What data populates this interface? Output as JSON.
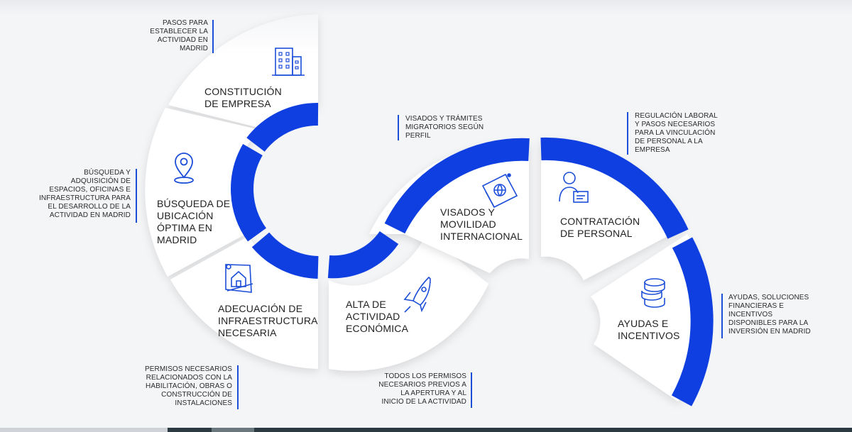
{
  "accent_color": "#0f3fe0",
  "segments": [
    {
      "id": "constitucion",
      "title": "CONSTITUCIÓN\nDE EMPRESA",
      "icon": "building-icon"
    },
    {
      "id": "busqueda",
      "title": "BÚSQUEDA DE\nUBICACIÓN\nÓPTIMA EN\nMADRID",
      "icon": "location-pin-icon"
    },
    {
      "id": "adecuacion",
      "title": "ADECUACIÓN DE\nINFRAESTRUCTURA\nNECESARIA",
      "icon": "blueprint-house-icon"
    },
    {
      "id": "alta",
      "title": "ALTA DE\nACTIVIDAD\nECONÓMICA",
      "icon": "rocket-icon"
    },
    {
      "id": "visados",
      "title": "VISADOS Y\nMOVILIDAD\nINTERNACIONAL",
      "icon": "passport-icon"
    },
    {
      "id": "contratacion",
      "title": "CONTRATACIÓN\nDE PERSONAL",
      "icon": "employee-icon"
    },
    {
      "id": "ayudas",
      "title": "AYUDAS E\nINCENTIVOS",
      "icon": "coins-icon"
    }
  ],
  "annotations": {
    "constitucion": "PASOS PARA\nESTABLECER LA\nACTIVIDAD EN\nMADRID",
    "busqueda": "BÚSQUEDA Y\nADQUISICIÓN DE\nESPACIOS, OFICINAS E\nINFRAESTRUCTURA PARA\nEL DESARROLLO DE LA\nACTIVIDAD EN MADRID",
    "adecuacion": "PERMISOS NECESARIOS\nRELACIONADOS CON LA\nHABILITACIÓN, OBRAS  O\nCONSTRUCCIÓN DE\nINSTALACIONES",
    "alta": "TODOS LOS PERMISOS\nNECESARIOS PREVIOS A\nLA APERTURA Y AL\nINICIO DE LA ACTIVIDAD",
    "visados": "VISADOS Y TRÁMITES\nMIGRATORIOS SEGÚN\nPERFIL",
    "contratacion": "REGULACIÓN LABORAL\nY PASOS NECESARIOS\nPARA LA VINCULACIÓN\nDE PERSONAL A LA\nEMPRESA",
    "ayudas": "AYUDAS, SOLUCIONES\nFINANCIERAS E\nINCENTIVOS\nDISPONIBLES PARA LA\nINVERSIÓN EN MADRID"
  }
}
